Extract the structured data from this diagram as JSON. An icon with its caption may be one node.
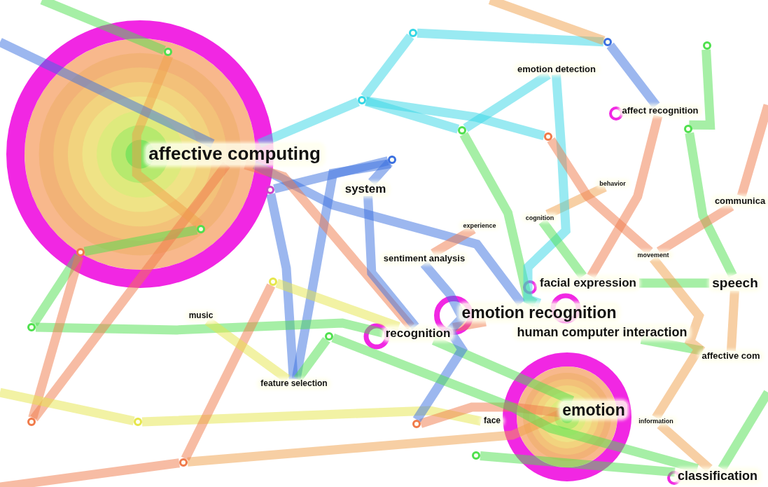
{
  "diagram": {
    "nodes": [
      {
        "text": [
          "affective computing"
        ]
      },
      {
        "text": [
          "system"
        ]
      },
      {
        "text": [
          "emotion detection"
        ]
      },
      {
        "text": [
          "affect recognition"
        ]
      },
      {
        "text": [
          "behavior"
        ]
      },
      {
        "text": [
          "communica"
        ]
      },
      {
        "text": [
          "cognition"
        ]
      },
      {
        "text": [
          "experience"
        ]
      },
      {
        "text": [
          "sentiment analysis"
        ]
      },
      {
        "text": [
          "movement"
        ]
      },
      {
        "text": [
          "facial expression"
        ]
      },
      {
        "text": [
          "speech"
        ]
      },
      {
        "text": [
          "music"
        ]
      },
      {
        "text": [
          "emotion recognition"
        ]
      },
      {
        "text": [
          "recognition"
        ]
      },
      {
        "text": [
          "human computer interaction"
        ]
      },
      {
        "text": [
          "affective com"
        ]
      },
      {
        "text": [
          "feature selection"
        ]
      },
      {
        "text": [
          "face"
        ]
      },
      {
        "text": [
          "emotion"
        ]
      },
      {
        "text": [
          "information"
        ]
      },
      {
        "text": [
          "classification"
        ]
      },
      {
        "text": [],
        "shape": "circle"
      },
      {
        "text": [],
        "shape": "circle"
      },
      {
        "text": [],
        "shape": "circle"
      },
      {
        "text": [],
        "shape": "circle"
      },
      {
        "text": [],
        "shape": "circle"
      },
      {
        "text": [],
        "shape": "circle"
      },
      {
        "text": [],
        "shape": "circle"
      },
      {
        "text": [],
        "shape": "circle"
      },
      {
        "text": [],
        "shape": "circle"
      },
      {
        "text": [],
        "shape": "circle"
      },
      {
        "text": [],
        "shape": "circle"
      },
      {
        "text": [],
        "shape": "circle"
      },
      {
        "text": [],
        "shape": "circle"
      },
      {
        "text": [],
        "shape": "circle"
      },
      {
        "text": [],
        "shape": "circle"
      },
      {
        "text": [],
        "shape": "circle"
      },
      {
        "text": [],
        "shape": "circle"
      },
      {
        "text": [],
        "shape": "circle"
      },
      {
        "text": [],
        "shape": "circle"
      },
      {
        "text": [],
        "shape": "circle"
      }
    ],
    "edges": [
      {
        "from": 30,
        "to": 31,
        "arrow": "none",
        "color": "#3a6fe0"
      },
      {
        "from": 30,
        "to": 17,
        "arrow": "none",
        "color": "#3a6fe0"
      },
      {
        "from": 31,
        "to": 17,
        "arrow": "none",
        "color": "#3a6fe0"
      },
      {
        "from": 30,
        "to": 1,
        "arrow": "none",
        "color": "#3a6fe0"
      },
      {
        "from": 22,
        "to": 24,
        "arrow": "none",
        "color": "#33d6e6"
      },
      {
        "from": 24,
        "to": 25,
        "arrow": "none",
        "color": "#33d6e6"
      },
      {
        "from": 22,
        "to": 26,
        "arrow": "none",
        "color": "#33d6e6"
      },
      {
        "from": 24,
        "to": 29,
        "arrow": "none",
        "color": "#33d6e6"
      },
      {
        "from": 26,
        "to": 3,
        "arrow": "none",
        "color": "#3a6fe0"
      },
      {
        "from": 25,
        "to": 2,
        "arrow": "none",
        "color": "#33d6e6"
      },
      {
        "from": 28,
        "to": 27,
        "arrow": "none",
        "color": "#4ee04e"
      },
      {
        "from": 27,
        "to": 11,
        "arrow": "none",
        "color": "#4ee04e"
      },
      {
        "from": 25,
        "to": 13,
        "arrow": "none",
        "color": "#4ee04e"
      },
      {
        "from": 0,
        "to": 13,
        "arrow": "none",
        "color": "#3a6fe0"
      },
      {
        "from": 0,
        "to": 14,
        "arrow": "none",
        "color": "#f07a4a"
      },
      {
        "from": 32,
        "to": 33,
        "arrow": "none",
        "color": "#4ee04e"
      },
      {
        "from": 33,
        "to": 34,
        "arrow": "none",
        "color": "#4ee04e"
      },
      {
        "from": 34,
        "to": 14,
        "arrow": "none",
        "color": "#4ee04e"
      },
      {
        "from": 33,
        "to": 35,
        "arrow": "none",
        "color": "#f07a4a"
      },
      {
        "from": 35,
        "to": 0,
        "arrow": "none",
        "color": "#f07a4a"
      },
      {
        "from": 36,
        "to": 18,
        "arrow": "none",
        "color": "#e6e64a"
      },
      {
        "from": 39,
        "to": 19,
        "arrow": "none",
        "color": "#f0a04a"
      },
      {
        "from": 39,
        "to": 37,
        "arrow": "none",
        "color": "#f07a4a"
      },
      {
        "from": 37,
        "to": 14,
        "arrow": "none",
        "color": "#e6e64a"
      },
      {
        "from": 38,
        "to": 19,
        "arrow": "none",
        "color": "#f07a4a"
      },
      {
        "from": 40,
        "to": 21,
        "arrow": "none",
        "color": "#4ee04e"
      },
      {
        "from": 14,
        "to": 13,
        "arrow": "none",
        "color": "#f07a4a"
      },
      {
        "from": 14,
        "to": 19,
        "arrow": "none",
        "color": "#4ee04e"
      },
      {
        "from": 10,
        "to": 11,
        "arrow": "none",
        "color": "#4ee04e"
      },
      {
        "from": 5,
        "to": 9,
        "arrow": "none",
        "color": "#f07a4a"
      },
      {
        "from": 4,
        "to": 6,
        "arrow": "none",
        "color": "#f0a04a"
      },
      {
        "from": 7,
        "to": 8,
        "arrow": "none",
        "color": "#f07a4a"
      },
      {
        "from": 15,
        "to": 16,
        "arrow": "none",
        "color": "#4ee04e"
      },
      {
        "from": 20,
        "to": 21,
        "arrow": "none",
        "color": "#f0a04a"
      },
      {
        "from": 3,
        "to": 10,
        "arrow": "none",
        "color": "#f07a4a"
      },
      {
        "from": 2,
        "to": 13,
        "arrow": "none",
        "color": "#33d6e6"
      },
      {
        "from": 29,
        "to": 9,
        "arrow": "none",
        "color": "#f07a4a"
      },
      {
        "from": 8,
        "to": 38,
        "arrow": "none",
        "color": "#3a6fe0"
      },
      {
        "from": 1,
        "to": 14,
        "arrow": "none",
        "color": "#3a6fe0"
      },
      {
        "from": 12,
        "to": 17,
        "arrow": "none",
        "color": "#e6e64a"
      },
      {
        "from": 23,
        "to": 32,
        "arrow": "none",
        "color": "#f0a04a"
      },
      {
        "from": 41,
        "to": 21,
        "arrow": "none",
        "color": "#4ee04e"
      },
      {
        "from": 17,
        "to": 41,
        "arrow": "none",
        "color": "#4ee04e"
      },
      {
        "from": 6,
        "to": 10,
        "arrow": "none",
        "color": "#4ee04e"
      },
      {
        "from": 11,
        "to": 16,
        "arrow": "none",
        "color": "#f0a04a"
      },
      {
        "from": 9,
        "to": 20,
        "arrow": "none",
        "color": "#f0a04a"
      },
      {
        "from": 24,
        "to": 0,
        "arrow": "none",
        "color": "#33d6e6"
      },
      {
        "from": null,
        "to": 0,
        "arrow": "none",
        "color": "#3a6fe0"
      },
      {
        "from": null,
        "to": 23,
        "arrow": "none",
        "color": "#4ee04e"
      },
      {
        "from": 5,
        "to": null,
        "arrow": "none",
        "color": "#f07a4a"
      },
      {
        "from": null,
        "to": 26,
        "arrow": "none",
        "color": "#f0a04a"
      },
      {
        "from": 21,
        "to": null,
        "arrow": "none",
        "color": "#4ee04e"
      },
      {
        "from": null,
        "to": 39,
        "arrow": "none",
        "color": "#f07a4a"
      },
      {
        "from": 36,
        "to": null,
        "arrow": "none",
        "color": "#e6e64a"
      }
    ]
  }
}
